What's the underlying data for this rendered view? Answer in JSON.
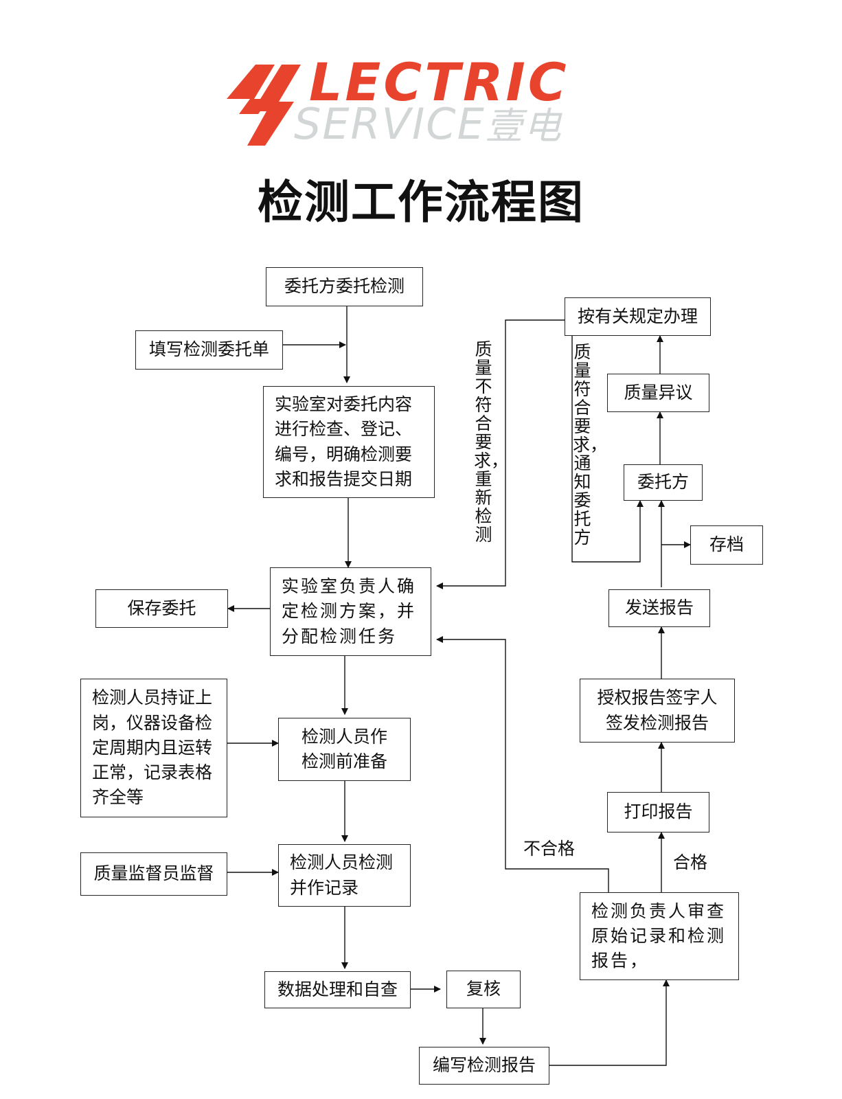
{
  "logo": {
    "line1": "LECTRIC",
    "line2": "SERVICE",
    "line2_cn": "壹电",
    "brand_red": "#e8432c",
    "brand_grey": "#d3d6d6"
  },
  "title": "检测工作流程图",
  "nodes": {
    "client_request": "委托方委托检测",
    "fill_form": "填写检测委托单",
    "lab_check": "实验室对委托内容进行检查、登记、编号，明确检测要求和报告提交日期",
    "lab_head": "实验室负责人确定检测方案，并分配检测任务",
    "save_commission": "保存委托",
    "staff_qualified": "检测人员持证上岗，仪器设备检定周期内且运转正常，记录表格齐全等",
    "staff_prepare": "检测人员作检测前准备",
    "qa_supervise": "质量监督员监督",
    "staff_test": "检测人员检测并作记录",
    "data_process": "数据处理和自查",
    "recheck": "复核",
    "write_report": "编写检测报告",
    "review": "检测负责人审查原始记录和检测报告，",
    "print_report": "打印报告",
    "sign_report": "授权报告签字人签发检测报告",
    "send_report": "发送报告",
    "archive": "存档",
    "client": "委托方",
    "quality_objection": "质量异议",
    "handle_rules": "按有关规定办理"
  },
  "edge_labels": {
    "fail": "不合格",
    "pass": "合格",
    "quality_bad_retest": "质量不符合要求，重新检测",
    "quality_ok_notify": "质量符合要求，通知委托方"
  }
}
